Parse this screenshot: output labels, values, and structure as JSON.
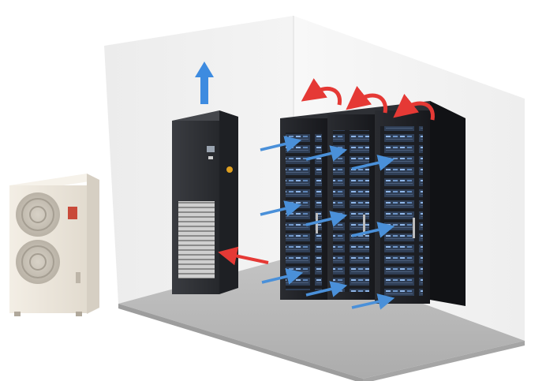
{
  "scene": {
    "components": [
      "outdoor-condenser-unit",
      "precision-air-conditioner",
      "server-rack",
      "server-rack",
      "server-rack"
    ],
    "airflow": {
      "cold_air_color": "#4a90d9",
      "hot_air_color": "#e53935",
      "supply_arrow_color": "#3d8be0"
    },
    "colors": {
      "wall_left": "#eeeeee",
      "wall_right": "#f7f7f7",
      "floor": "#b9b9b9",
      "cabinet": "#2b2d31",
      "rack": "#1f2126",
      "condenser": "#efe8dd"
    }
  }
}
